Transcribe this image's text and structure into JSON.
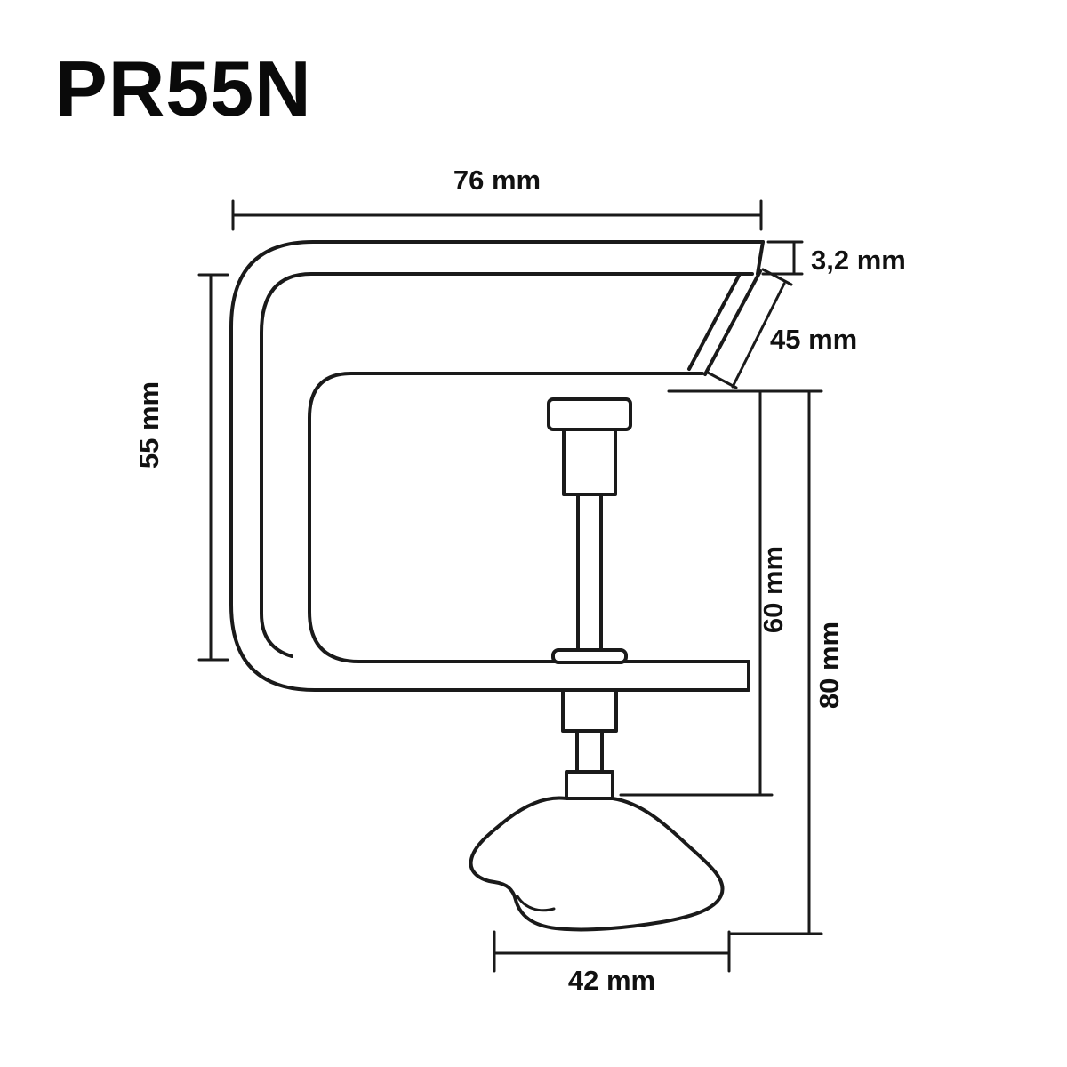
{
  "title": "PR55N",
  "diagram": {
    "part": "table-clamp-side-view",
    "line_color": "#1a1a1a",
    "background_color": "#ffffff",
    "dimensions": {
      "top_width": "76 mm",
      "plate_thickness": "3,2 mm",
      "jaw_slant": "45 mm",
      "opening_height": "55 mm",
      "screw_length": "60 mm",
      "lower_total_height": "80 mm",
      "knob_width": "42 mm"
    }
  }
}
